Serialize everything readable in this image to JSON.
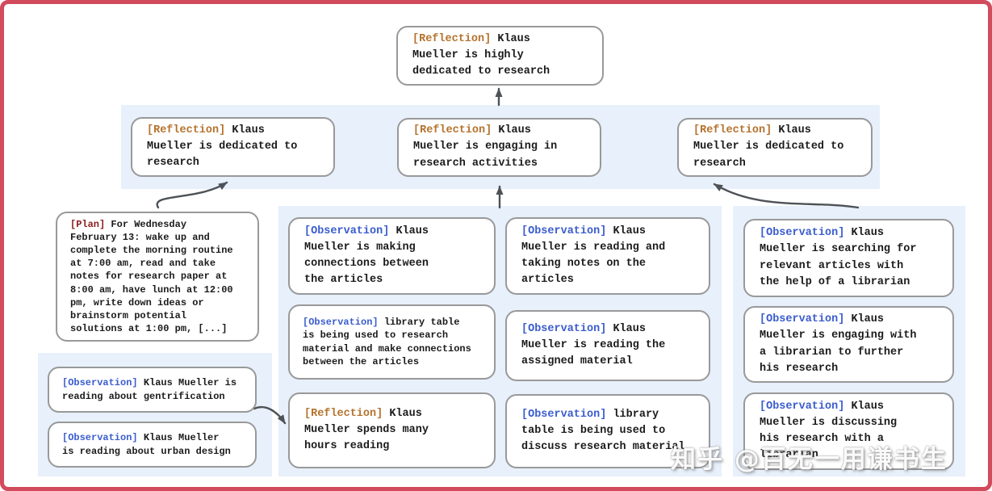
{
  "watermark": "知乎 @百无一用谦书生",
  "palette": {
    "frame_red": "#d14b5c",
    "band_blue": "#e7f0fb",
    "box_border_gray": "#999999",
    "reflection_tag_color": "#b5732e",
    "observation_tag_color": "#3a5ccd",
    "plan_tag_color": "#8a1e1e",
    "arrow_gray": "#4e5257"
  },
  "tree": {
    "root": {
      "tag": "[Reflection]",
      "text": "Klaus\nMueller is highly\ndedicated to research"
    },
    "reflection_row": [
      {
        "tag": "[Reflection]",
        "text": "Klaus\nMueller is dedicated to\nresearch"
      },
      {
        "tag": "[Reflection]",
        "text": "Klaus\nMueller is engaging in\nresearch activities"
      },
      {
        "tag": "[Reflection]",
        "text": "Klaus\nMueller is dedicated to\nresearch"
      }
    ],
    "plan": {
      "tag": "[Plan]",
      "text": "For Wednesday\nFebruary 13: wake up and\ncomplete the morning routine\nat 7:00 am, read and take\nnotes for research paper at\n8:00 am, have lunch at 12:00\npm, write down ideas or\nbrainstorm potential\nsolutions at 1:00 pm, [...]"
    },
    "left_observations": [
      {
        "tag": "[Observation]",
        "text": "Klaus Mueller is\nreading about gentrification"
      },
      {
        "tag": "[Observation]",
        "text": "Klaus Mueller\nis reading about urban design"
      }
    ],
    "middle_col_a": [
      {
        "tag": "[Observation]",
        "text": "Klaus\nMueller is making\nconnections between\nthe articles"
      },
      {
        "tag": "[Observation]",
        "text": "library table\nis being used to research\nmaterial and make connections\nbetween the articles"
      },
      {
        "tag": "[Reflection]",
        "text": "Klaus\nMueller spends many\nhours reading"
      }
    ],
    "middle_col_b": [
      {
        "tag": "[Observation]",
        "text": "Klaus\nMueller is reading and\ntaking notes on the\narticles"
      },
      {
        "tag": "[Observation]",
        "text": "Klaus\nMueller is reading the\nassigned material"
      },
      {
        "tag": "[Observation]",
        "text": "library\ntable is being used to\ndiscuss research material"
      }
    ],
    "right_col": [
      {
        "tag": "[Observation]",
        "text": "Klaus\nMueller is searching for\nrelevant articles with\nthe help of a librarian"
      },
      {
        "tag": "[Observation]",
        "text": "Klaus\nMueller is engaging with\na librarian to further\nhis research"
      },
      {
        "tag": "[Observation]",
        "text": "Klaus\nMueller is discussing\nhis research with a\nlibrarian"
      }
    ]
  }
}
